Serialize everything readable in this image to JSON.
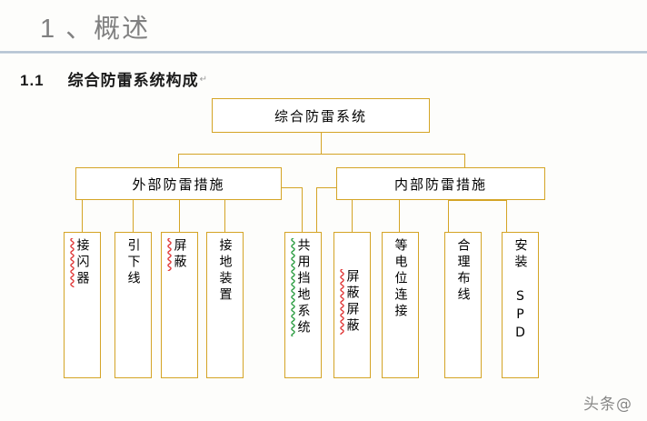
{
  "slide": {
    "title": "1 、概述",
    "subhead_number": "1.1",
    "subhead_text": "综合防雷系统构成",
    "pilcrow": "↵",
    "watermark": "头条@"
  },
  "diagram": {
    "root": {
      "label": "综合防雷系统"
    },
    "branches": [
      {
        "label": "外部防雷措施"
      },
      {
        "label": "内部防雷措施"
      }
    ],
    "leaves": [
      {
        "label": "接闪器",
        "spellcheck": "red",
        "offset": false
      },
      {
        "label": "引下线",
        "spellcheck": "none",
        "offset": false
      },
      {
        "label": "屏蔽",
        "spellcheck": "red",
        "offset": false
      },
      {
        "label": "接地装置",
        "spellcheck": "none",
        "offset": false
      },
      {
        "label": "共用挡地系统",
        "spellcheck": "green",
        "offset": false
      },
      {
        "label": "屏蔽屏蔽",
        "spellcheck": "red",
        "offset": true
      },
      {
        "label": "等电位连接",
        "spellcheck": "none",
        "offset": false
      },
      {
        "label": "合理布线",
        "spellcheck": "none",
        "offset": false
      },
      {
        "label": "安装 SPD",
        "spellcheck": "none",
        "offset": false
      }
    ]
  },
  "colors": {
    "box_border": "#d4a425",
    "connector": "#d4a425",
    "title_text": "#808080",
    "rule": "#aebfcf",
    "body_text": "#000000"
  }
}
